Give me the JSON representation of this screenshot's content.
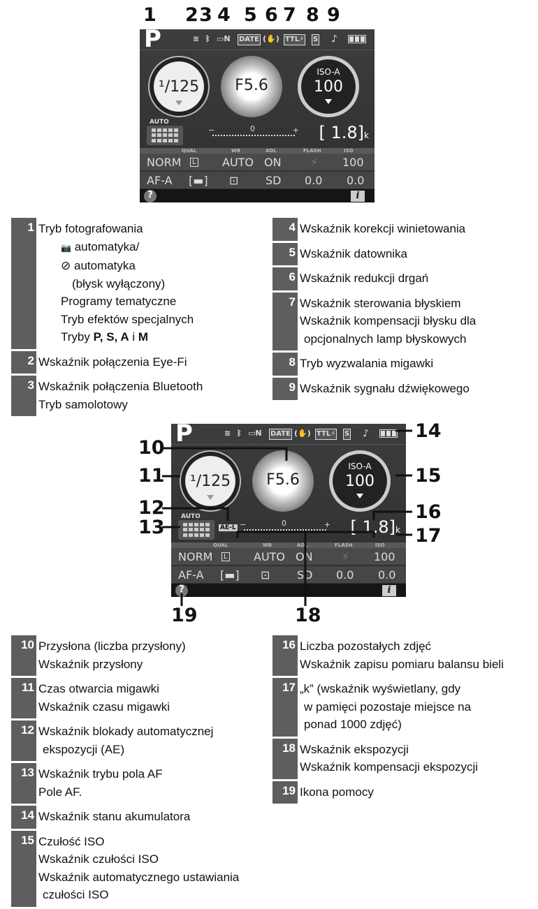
{
  "screen": {
    "mode": "P",
    "date": "DATE",
    "vignette_n": "N",
    "ttl": "TTL⚡",
    "release": "S",
    "shutter": "¹/125",
    "aperture": "F5.6",
    "iso_label": "ISO-A",
    "iso_value": "100",
    "af_auto": "AUTO",
    "scale_minus": "−",
    "scale_zero": "0",
    "scale_plus": "+",
    "remaining": "[ 1.8]",
    "k": "k",
    "ael": "AE-L",
    "labels": {
      "qual": "QUAL",
      "wb": "WB",
      "adl": "ADL",
      "flash": "FLASH",
      "iso": "ISO"
    },
    "row1": {
      "qual": "NORM",
      "size": "L",
      "wb": "AUTO",
      "adl": "ON",
      "flash": "⚡",
      "iso": "100"
    },
    "row2": {
      "af": "AF-A",
      "area": "[▬]",
      "meter": "⊡",
      "picture": "SD",
      "flash_comp": "0.0",
      "exp_comp": "0.0"
    },
    "help": "?",
    "info": "i"
  },
  "callouts_top": [
    "1",
    "2",
    "3",
    "4",
    "5",
    "6",
    "7",
    "8",
    "9"
  ],
  "callouts_bottom": [
    "10",
    "11",
    "12",
    "13",
    "14",
    "15",
    "16",
    "17",
    "18",
    "19"
  ],
  "legend_top": [
    {
      "n": "1",
      "lines": [
        "Tryb fotografowania",
        "automatyka/",
        "automatyka",
        "(błysk wyłączony)",
        "Programy tematyczne",
        "Tryb efektów specjalnych",
        "Tryby ",
        "P, S, A",
        "i",
        "M"
      ]
    },
    {
      "n": "2",
      "lines": [
        "Wskaźnik połączenia Eye-Fi"
      ]
    },
    {
      "n": "3",
      "lines": [
        "Wskaźnik połączenia Bluetooth",
        "Tryb samolotowy"
      ]
    },
    {
      "n": "4",
      "lines": [
        "Wskaźnik korekcji winietowania"
      ]
    },
    {
      "n": "5",
      "lines": [
        "Wskaźnik datownika"
      ]
    },
    {
      "n": "6",
      "lines": [
        "Wskaźnik redukcji drgań"
      ]
    },
    {
      "n": "7",
      "lines": [
        "Wskaźnik sterowania błyskiem",
        "Wskaźnik kompensacji błysku dla",
        "opcjonalnych lamp błyskowych"
      ]
    },
    {
      "n": "8",
      "lines": [
        "Tryb wyzwalania migawki"
      ]
    },
    {
      "n": "9",
      "lines": [
        "Wskaźnik sygnału dźwiękowego"
      ]
    }
  ],
  "legend_bottom": [
    {
      "n": "10",
      "lines": [
        "Przysłona (liczba przysłony)",
        "Wskaźnik przysłony"
      ]
    },
    {
      "n": "11",
      "lines": [
        "Czas otwarcia migawki",
        "Wskaźnik czasu migawki"
      ]
    },
    {
      "n": "12",
      "lines": [
        "Wskaźnik blokady automatycznej",
        "ekspozycji (AE)"
      ]
    },
    {
      "n": "13",
      "lines": [
        "Wskaźnik trybu pola AF",
        "Pole AF."
      ]
    },
    {
      "n": "14",
      "lines": [
        "Wskaźnik stanu akumulatora"
      ]
    },
    {
      "n": "15",
      "lines": [
        "Czułość ISO",
        "Wskaźnik czułości ISO",
        "Wskaźnik automatycznego ustawiania",
        "czułości ISO"
      ]
    },
    {
      "n": "16",
      "lines": [
        "Liczba pozostałych zdjęć",
        "Wskaźnik zapisu pomiaru balansu bieli"
      ]
    },
    {
      "n": "17",
      "lines": [
        "„k” (wskaźnik wyświetlany, gdy",
        "w pamięci pozostaje miejsce na",
        "ponad 1000 zdjęć)"
      ]
    },
    {
      "n": "18",
      "lines": [
        "Wskaźnik ekspozycji",
        "Wskaźnik kompensacji ekspozycji"
      ]
    },
    {
      "n": "19",
      "lines": [
        "Ikona pomocy"
      ]
    }
  ]
}
